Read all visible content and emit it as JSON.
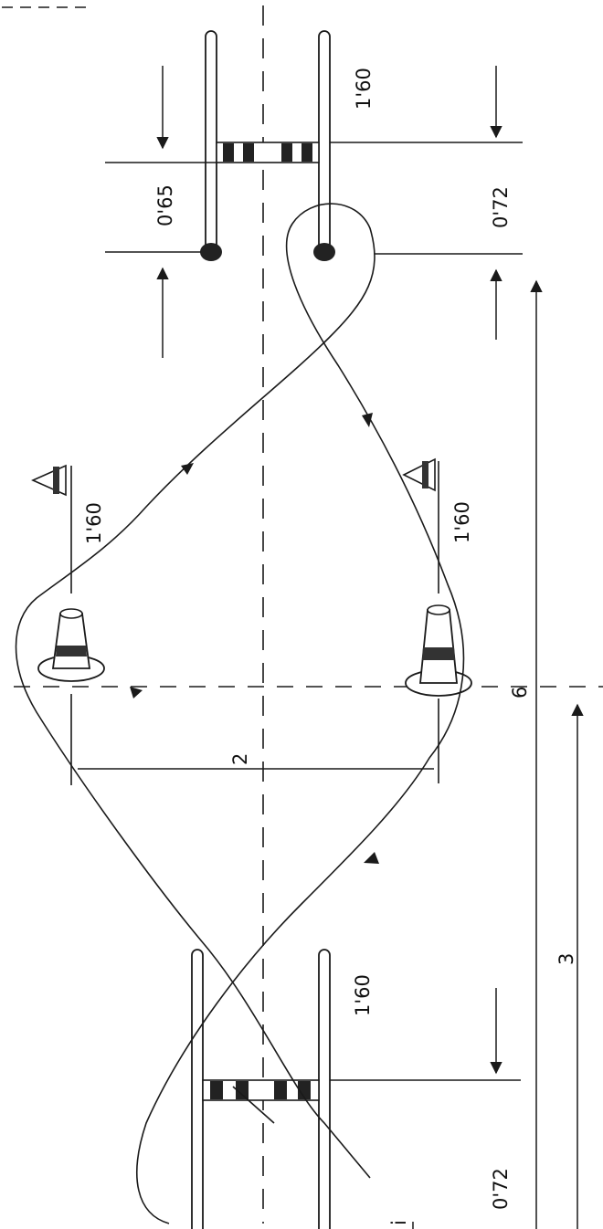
{
  "diagram": {
    "labels": {
      "pole_height_top_right": "1'60",
      "gap_top_left": "0'65",
      "gap_top_right": "0'72",
      "cone_height_left": "1'60",
      "cone_height_right": "1'60",
      "cone_spacing": "2",
      "total_length": "6",
      "half_length": "3",
      "pole_height_bottom": "1'60",
      "gap_bottom": "0'72",
      "stray_mark": "i"
    },
    "colors": {
      "ink": "#1a1a1a",
      "paper": "#ffffff"
    },
    "icons": [
      "pole-icon",
      "crossbar-icon",
      "traffic-cone-icon",
      "small-cone-icon",
      "arrowhead-icon"
    ]
  }
}
